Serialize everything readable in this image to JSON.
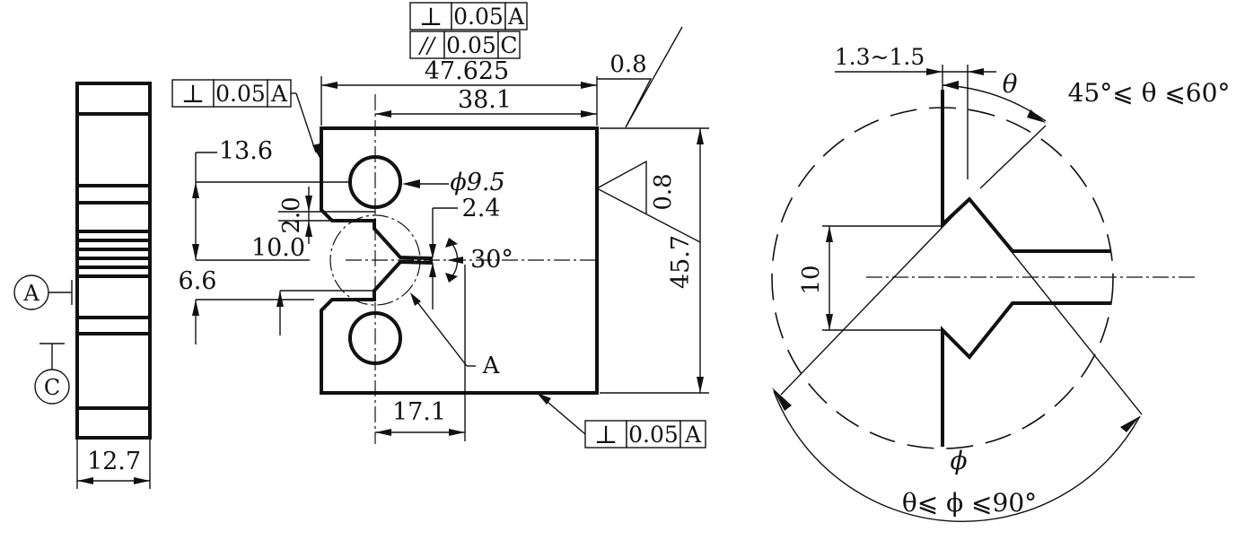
{
  "fcf": {
    "top_perp": {
      "symbol": "⊥",
      "tolerance": "0.05",
      "datum": "A"
    },
    "top_parallel": {
      "symbol": "//",
      "tolerance": "0.05",
      "datum": "C"
    },
    "left_perp": {
      "symbol": "⊥",
      "tolerance": "0.05",
      "datum": "A"
    },
    "bottom_perp": {
      "symbol": "⊥",
      "tolerance": "0.05",
      "datum": "A"
    }
  },
  "dims": {
    "overall_length": "47.625",
    "hole_to_edge": "38.1",
    "hole_spacing": "13.6",
    "hole_dia": "ϕ9.5",
    "offset_2": "2.0",
    "notch_width": "2.4",
    "height_10": "10.0",
    "angle_30": "30°",
    "gap_66": "6.6",
    "height": "45.7",
    "notch_depth": "17.1",
    "thickness": "12.7"
  },
  "labels": {
    "datum_a": "A",
    "datum_c": "C",
    "notch_ref": "A"
  },
  "roughness": {
    "top": "0.8",
    "right": "0.8"
  },
  "detail": {
    "dim_range": "1.3~1.5",
    "theta": "θ",
    "theta_range": "45°⩽ θ ⩽60°",
    "dim_10": "10",
    "phi": "ϕ",
    "phi_range": "θ⩽ ϕ ⩽90°"
  }
}
